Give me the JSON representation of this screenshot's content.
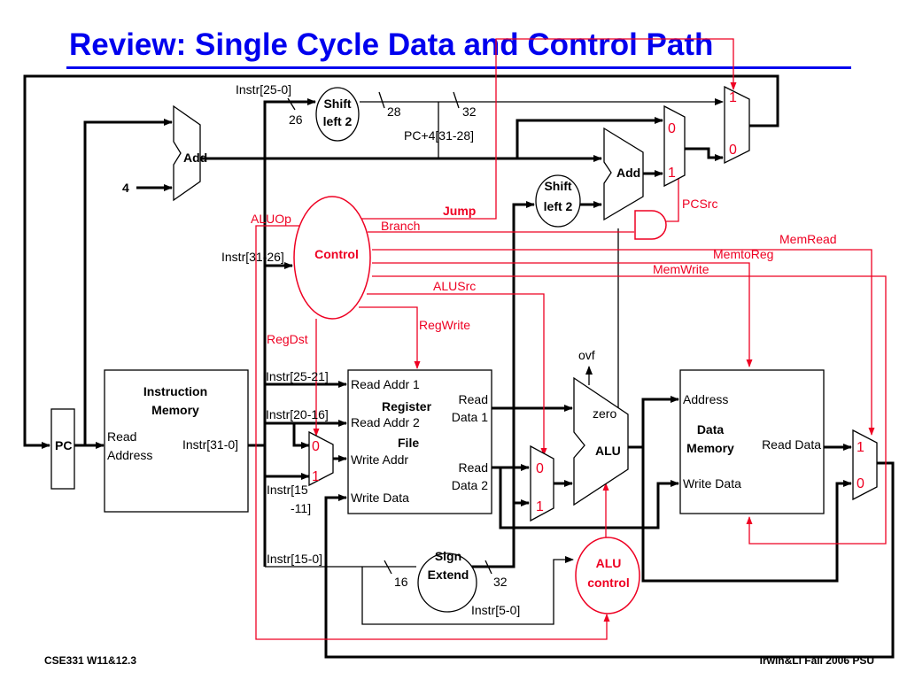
{
  "title": "Review:  Single Cycle Data and Control Path",
  "colors": {
    "title": "#0000ee",
    "control": "#ee0022",
    "datapath": "#000000"
  },
  "blocks": {
    "pc": "PC",
    "add_top": "Add",
    "add_branch": "Add",
    "four": "4",
    "shift_top": [
      "Shift",
      "left 2"
    ],
    "shift_mid": [
      "Shift",
      "left 2"
    ],
    "control": "Control",
    "instr_memory": [
      "Instruction",
      "Memory"
    ],
    "instr_memory_port": [
      "Read",
      "Address"
    ],
    "instr_out": "Instr[31-0]",
    "register_file": [
      "Register",
      "File"
    ],
    "rf_ports": {
      "read_addr_1": "Read Addr 1",
      "read_addr_2": "Read Addr 2",
      "write_addr": "Write Addr",
      "write_data": "Write Data",
      "read_data_1": [
        "Read",
        "Data 1"
      ],
      "read_data_2": [
        "Read",
        "Data 2"
      ]
    },
    "alu": "ALU",
    "zero": "zero",
    "ovf": "ovf",
    "alu_control": [
      "ALU",
      "control"
    ],
    "sign_extend": [
      "Sign",
      "Extend"
    ],
    "data_memory": [
      "Data",
      "Memory"
    ],
    "dm_ports": {
      "address": "Address",
      "write_data": "Write Data",
      "read_data": "Read Data"
    }
  },
  "mux_inputs": {
    "jump_mux": [
      "1",
      "0"
    ],
    "pcsrc_mux": [
      "0",
      "1"
    ],
    "regdst_mux": [
      "0",
      "1"
    ],
    "alusrc_mux": [
      "0",
      "1"
    ],
    "memtoreg_mux": [
      "1",
      "0"
    ]
  },
  "bus_labels": {
    "instr_25_0": "Instr[25-0]",
    "w26": "26",
    "w28": "28",
    "w32_top": "32",
    "pc4": "PC+4[31-28]",
    "instr_31_26": "Instr[31-26]",
    "instr_25_21": "Instr[25-21]",
    "instr_20_16": "Instr[20-16]",
    "instr_15_11": [
      "Instr[15",
      "-11]"
    ],
    "instr_15_0": "Instr[15-0]",
    "w16": "16",
    "w32_bottom": "32",
    "instr_5_0": "Instr[5-0]"
  },
  "control_signals": {
    "aluop": "ALUOp",
    "branch": "Branch",
    "jump": "Jump",
    "pcsrc": "PCSrc",
    "memread": "MemRead",
    "memtoreg": "MemtoReg",
    "memwrite": "MemWrite",
    "alusrc": "ALUSrc",
    "regwrite": "RegWrite",
    "regdst": "RegDst"
  },
  "footer": {
    "left": "CSE331  W11&12.3",
    "right": "Irwin&Li Fall 2006 PSU"
  }
}
